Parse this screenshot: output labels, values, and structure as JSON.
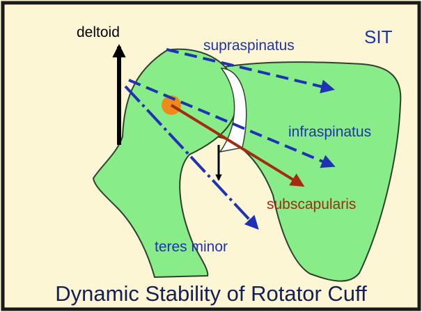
{
  "labels": {
    "deltoid": "deltoid",
    "supraspinatus": "supraspinatus",
    "sit": "SIT",
    "infraspinatus": "infraspinatus",
    "subscapularis": "subscapularis",
    "teres_minor": "teres minor"
  },
  "caption": "Dynamic Stability of Rotator Cuff",
  "colors": {
    "background": "#fcf6d4",
    "frame": "#1b1b1b",
    "bone_fill": "#88ec88",
    "bone_stroke": "#2f402f",
    "supraspinatus": "#1d33b4",
    "infraspinatus": "#1d33b4",
    "subscapularis": "#a42a14",
    "teres_minor": "#1d33b4",
    "deltoid": "#000000",
    "pivot": "#ee8a1a",
    "caption": "#161f55"
  }
}
